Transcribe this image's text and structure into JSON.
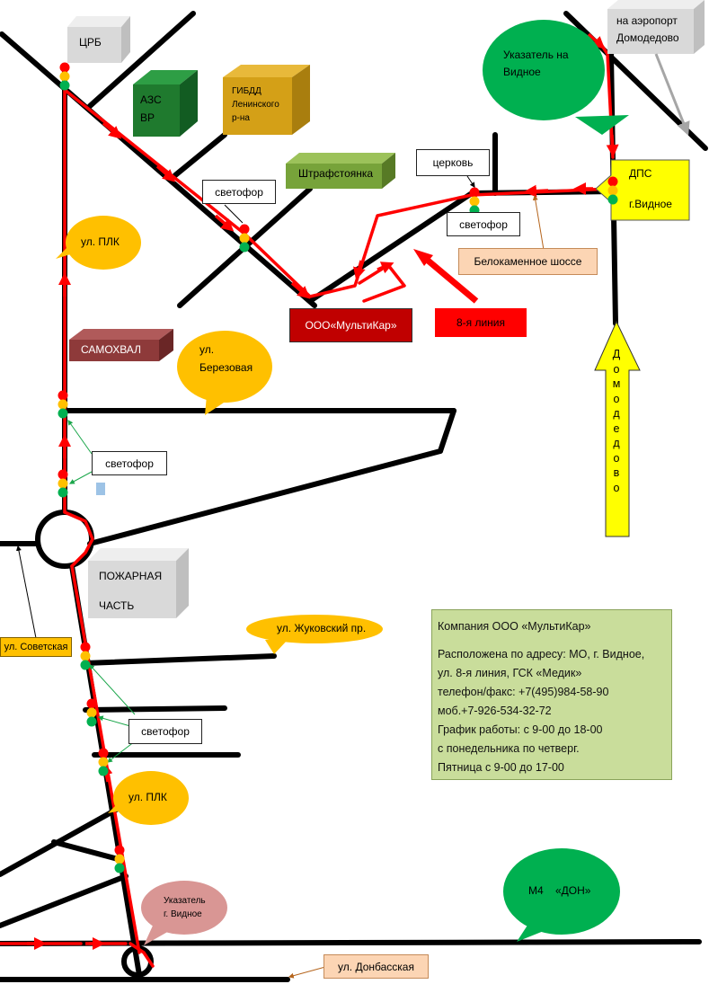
{
  "labels": {
    "crb": "ЦРБ",
    "azs_line1": "АЗС",
    "azs_line2": "BP",
    "gibdd_line1": "ГИБДД",
    "gibdd_line2": "Ленинского",
    "gibdd_line3": "р-на",
    "shtraf": "Штрафстоянка",
    "samokhval": "САМОХВАЛ",
    "pozharnaya_line1": "ПОЖАРНАЯ",
    "pozharnaya_line2": "ЧАСТЬ",
    "airport_line1": "на аэропорт",
    "airport_line2": "Домодедово",
    "ukazatel_vidnoe_line1": "Указатель на",
    "ukazatel_vidnoe_line2": "Видное",
    "dps_line1": "ДПС",
    "dps_line2": "г.Видное",
    "svetofor": "светофор",
    "tserkov": "церковь",
    "belokamennoe": "Белокаменное шоссе",
    "multikar_sign": "ООО«МультиКар»",
    "liniya8": "8-я линия",
    "plk_top": "ул. ПЛК",
    "plk_bottom": "ул. ПЛК",
    "berezovaya_line1": "ул.",
    "berezovaya_line2": "Березовая",
    "sovetskaya": "ул. Советская",
    "zhukovsky": "ул. Жуковский пр.",
    "ukazatel_bottom_line1": "Указатель",
    "ukazatel_bottom_line2": "г. Видное",
    "m4_don": "М4    «ДОН»",
    "donbasskaya": "ул. Донбасская",
    "domodedovo_vertical": "Домодедово"
  },
  "info": {
    "title": "Компания ООО «МультиКар»",
    "line1": "Расположена по адресу: МО, г. Видное,",
    "line2": "ул. 8-я линия, ГСК «Медик»",
    "line3": "телефон/факс: +7(495)984-58-90",
    "line4": "моб.+7-926-534-32-72",
    "line5": "График работы: с 9-00 до 18-00",
    "line6": "с  понедельника по четверг.",
    "line7": "Пятница с 9-00 до 17-00"
  },
  "colors": {
    "road": "#000000",
    "route": "#ff0000",
    "azs": "#1f7a2e",
    "gibdd": "#d4a017",
    "shtraf": "#77a33a",
    "samokhval": "#8e3a3a",
    "building_gray": "#d9d9d9",
    "callout_yellow": "#ffc000",
    "callout_green": "#00b050",
    "callout_pink": "#d99694",
    "dps_yellow": "#ffff00",
    "info_bg": "#c9dd9b",
    "multikar_bg": "#c00000",
    "liniya8_bg": "#ff0000",
    "belokamennoe_bg": "#fcd5b4"
  }
}
